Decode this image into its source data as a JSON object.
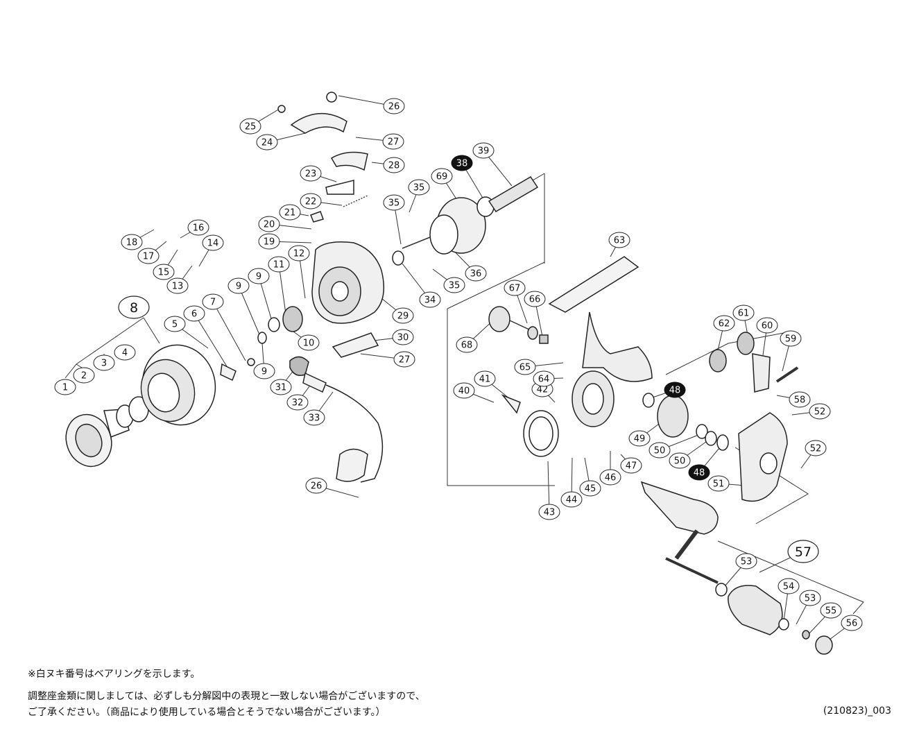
{
  "labels": [
    "1",
    "2",
    "3",
    "4",
    "5",
    "6",
    "7",
    "8",
    "9",
    "9",
    "9",
    "10",
    "11",
    "12",
    "13",
    "14",
    "15",
    "16",
    "17",
    "18",
    "19",
    "20",
    "21",
    "22",
    "23",
    "24",
    "25",
    "26",
    "26",
    "27",
    "27",
    "28",
    "29",
    "30",
    "31",
    "32",
    "33",
    "34",
    "35",
    "35",
    "35",
    "36",
    "38",
    "39",
    "40",
    "41",
    "42",
    "43",
    "44",
    "45",
    "46",
    "47",
    "48",
    "48",
    "49",
    "50",
    "50",
    "51",
    "52",
    "52",
    "53",
    "53",
    "54",
    "55",
    "56",
    "57",
    "58",
    "59",
    "60",
    "61",
    "62",
    "63",
    "64",
    "65",
    "66",
    "67",
    "68",
    "69"
  ],
  "notes": {
    "bearing_note": "※白ヌキ番号はベアリングを示します。",
    "adjust_note_line1": "調整座金類に関しましては、必ずしも分解図中の表現と一致しない場合がございますので、",
    "adjust_note_line2": "ご了承ください。（商品により使用している場合とそうでない場合がございます。）"
  },
  "code": "(210823)_003"
}
